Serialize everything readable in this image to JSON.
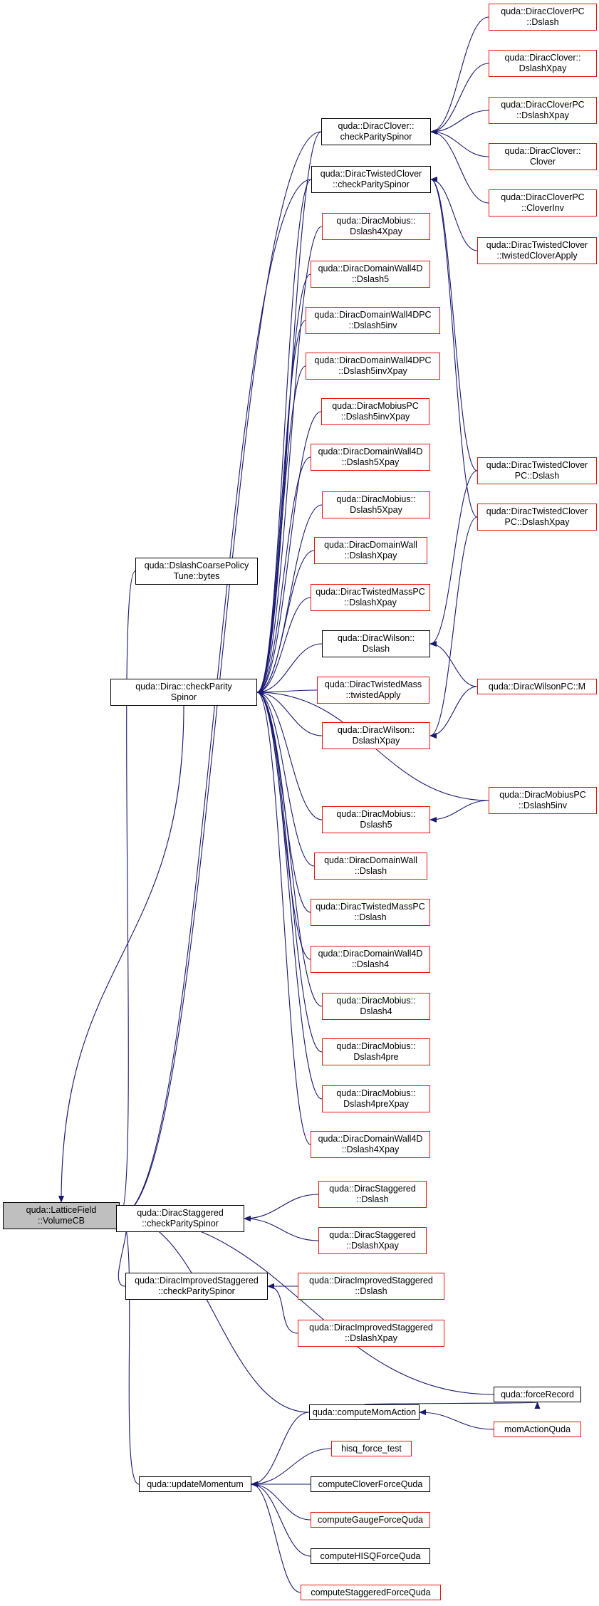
{
  "colors": {
    "edge": "#191970",
    "border_black": "#000000",
    "border_red": "#e8140f",
    "root_fill": "#bfbfbf"
  },
  "nodes": [
    {
      "id": "n0",
      "lines": [
        "quda::LatticeField",
        "::VolumeCB"
      ],
      "style": "root"
    },
    {
      "id": "n1",
      "lines": [
        "quda::DslashCoarsePolicy",
        "Tune::bytes"
      ],
      "style": "black"
    },
    {
      "id": "n2",
      "lines": [
        "quda::Dirac::checkParity",
        "Spinor"
      ],
      "style": "black"
    },
    {
      "id": "n3",
      "lines": [
        "quda::DiracClover::",
        "checkParitySpinor"
      ],
      "style": "black"
    },
    {
      "id": "n4",
      "lines": [
        "quda::DiracTwistedClover",
        "::checkParitySpinor"
      ],
      "style": "black"
    },
    {
      "id": "n5",
      "lines": [
        "quda::DiracMobius::",
        "Dslash4Xpay"
      ],
      "style": "red"
    },
    {
      "id": "n6",
      "lines": [
        "quda::DiracDomainWall4D",
        "::Dslash5"
      ],
      "style": "red"
    },
    {
      "id": "n7",
      "lines": [
        "quda::DiracDomainWall4DPC",
        "::Dslash5inv"
      ],
      "style": "red"
    },
    {
      "id": "n8",
      "lines": [
        "quda::DiracDomainWall4DPC",
        "::Dslash5invXpay"
      ],
      "style": "red"
    },
    {
      "id": "n9",
      "lines": [
        "quda::DiracMobiusPC",
        "::Dslash5invXpay"
      ],
      "style": "red"
    },
    {
      "id": "n10",
      "lines": [
        "quda::DiracDomainWall4D",
        "::Dslash5Xpay"
      ],
      "style": "red"
    },
    {
      "id": "n11",
      "lines": [
        "quda::DiracMobius::",
        "Dslash5Xpay"
      ],
      "style": "red"
    },
    {
      "id": "n12",
      "lines": [
        "quda::DiracDomainWall",
        "::DslashXpay"
      ],
      "style": "red"
    },
    {
      "id": "n13",
      "lines": [
        "quda::DiracTwistedMassPC",
        "::DslashXpay"
      ],
      "style": "red"
    },
    {
      "id": "n14",
      "lines": [
        "quda::DiracWilson::",
        "Dslash"
      ],
      "style": "black"
    },
    {
      "id": "n15",
      "lines": [
        "quda::DiracTwistedMass",
        "::twistedApply"
      ],
      "style": "red"
    },
    {
      "id": "n16",
      "lines": [
        "quda::DiracWilson::",
        "DslashXpay"
      ],
      "style": "red"
    },
    {
      "id": "n17",
      "lines": [
        "quda::DiracMobius::",
        "Dslash5"
      ],
      "style": "red"
    },
    {
      "id": "n18",
      "lines": [
        "quda::DiracDomainWall",
        "::Dslash"
      ],
      "style": "red"
    },
    {
      "id": "n19",
      "lines": [
        "quda::DiracTwistedMassPC",
        "::Dslash"
      ],
      "style": "red"
    },
    {
      "id": "n20",
      "lines": [
        "quda::DiracDomainWall4D",
        "::Dslash4"
      ],
      "style": "red"
    },
    {
      "id": "n21",
      "lines": [
        "quda::DiracMobius::",
        "Dslash4"
      ],
      "style": "red"
    },
    {
      "id": "n22",
      "lines": [
        "quda::DiracMobius::",
        "Dslash4pre"
      ],
      "style": "red"
    },
    {
      "id": "n23",
      "lines": [
        "quda::DiracMobius::",
        "Dslash4preXpay"
      ],
      "style": "red"
    },
    {
      "id": "n24",
      "lines": [
        "quda::DiracDomainWall4D",
        "::Dslash4Xpay"
      ],
      "style": "red"
    },
    {
      "id": "n25",
      "lines": [
        "quda::DiracCloverPC",
        "::Dslash"
      ],
      "style": "red"
    },
    {
      "id": "n26",
      "lines": [
        "quda::DiracClover::",
        "DslashXpay"
      ],
      "style": "red"
    },
    {
      "id": "n27",
      "lines": [
        "quda::DiracCloverPC",
        "::DslashXpay"
      ],
      "style": "red"
    },
    {
      "id": "n28",
      "lines": [
        "quda::DiracClover::",
        "Clover"
      ],
      "style": "red"
    },
    {
      "id": "n29",
      "lines": [
        "quda::DiracCloverPC",
        "::CloverInv"
      ],
      "style": "red"
    },
    {
      "id": "n30",
      "lines": [
        "quda::DiracTwistedClover",
        "::twistedCloverApply"
      ],
      "style": "red"
    },
    {
      "id": "n31",
      "lines": [
        "quda::DiracTwistedClover",
        "PC::Dslash"
      ],
      "style": "red"
    },
    {
      "id": "n32",
      "lines": [
        "quda::DiracTwistedClover",
        "PC::DslashXpay"
      ],
      "style": "red"
    },
    {
      "id": "n33",
      "lines": [
        "quda::DiracWilsonPC::M"
      ],
      "style": "red"
    },
    {
      "id": "n34",
      "lines": [
        "quda::DiracMobiusPC",
        "::Dslash5inv"
      ],
      "style": "red"
    },
    {
      "id": "n35",
      "lines": [
        "quda::DiracStaggered",
        "::checkParitySpinor"
      ],
      "style": "black"
    },
    {
      "id": "n36",
      "lines": [
        "quda::DiracStaggered",
        "::Dslash"
      ],
      "style": "red"
    },
    {
      "id": "n37",
      "lines": [
        "quda::DiracStaggered",
        "::DslashXpay"
      ],
      "style": "red"
    },
    {
      "id": "n38",
      "lines": [
        "quda::DiracImprovedStaggered",
        "::checkParitySpinor"
      ],
      "style": "black"
    },
    {
      "id": "n39",
      "lines": [
        "quda::DiracImprovedStaggered",
        "::Dslash"
      ],
      "style": "red"
    },
    {
      "id": "n40",
      "lines": [
        "quda::DiracImprovedStaggered",
        "::DslashXpay"
      ],
      "style": "red"
    },
    {
      "id": "n41",
      "lines": [
        "quda::forceRecord"
      ],
      "style": "black"
    },
    {
      "id": "n42",
      "lines": [
        "quda::computeMomAction"
      ],
      "style": "black"
    },
    {
      "id": "n43",
      "lines": [
        "momActionQuda"
      ],
      "style": "red"
    },
    {
      "id": "n44",
      "lines": [
        "quda::updateMomentum"
      ],
      "style": "black"
    },
    {
      "id": "n45",
      "lines": [
        "hisq_force_test"
      ],
      "style": "red"
    },
    {
      "id": "n46",
      "lines": [
        "computeCloverForceQuda"
      ],
      "style": "black"
    },
    {
      "id": "n47",
      "lines": [
        "computeGaugeForceQuda"
      ],
      "style": "red"
    },
    {
      "id": "n48",
      "lines": [
        "computeHISQForceQuda"
      ],
      "style": "black"
    },
    {
      "id": "n49",
      "lines": [
        "computeStaggeredForceQuda"
      ],
      "style": "red"
    }
  ],
  "edges": [
    {
      "from": "n1",
      "to": "n0"
    },
    {
      "from": "n2",
      "to": "n0"
    },
    {
      "from": "n3",
      "to": "n0"
    },
    {
      "from": "n4",
      "to": "n0"
    },
    {
      "from": "n35",
      "to": "n0"
    },
    {
      "from": "n38",
      "to": "n0"
    },
    {
      "from": "n41",
      "to": "n0"
    },
    {
      "from": "n42",
      "to": "n0"
    },
    {
      "from": "n44",
      "to": "n0"
    },
    {
      "from": "n3",
      "to": "n2"
    },
    {
      "from": "n4",
      "to": "n2"
    },
    {
      "from": "n5",
      "to": "n2"
    },
    {
      "from": "n6",
      "to": "n2"
    },
    {
      "from": "n7",
      "to": "n2"
    },
    {
      "from": "n8",
      "to": "n2"
    },
    {
      "from": "n9",
      "to": "n2"
    },
    {
      "from": "n10",
      "to": "n2"
    },
    {
      "from": "n11",
      "to": "n2"
    },
    {
      "from": "n12",
      "to": "n2"
    },
    {
      "from": "n13",
      "to": "n2"
    },
    {
      "from": "n14",
      "to": "n2"
    },
    {
      "from": "n15",
      "to": "n2"
    },
    {
      "from": "n16",
      "to": "n2"
    },
    {
      "from": "n34",
      "to": "n2"
    },
    {
      "from": "n17",
      "to": "n2"
    },
    {
      "from": "n18",
      "to": "n2"
    },
    {
      "from": "n19",
      "to": "n2"
    },
    {
      "from": "n20",
      "to": "n2"
    },
    {
      "from": "n21",
      "to": "n2"
    },
    {
      "from": "n22",
      "to": "n2"
    },
    {
      "from": "n23",
      "to": "n2"
    },
    {
      "from": "n24",
      "to": "n2"
    },
    {
      "from": "n25",
      "to": "n3"
    },
    {
      "from": "n26",
      "to": "n3"
    },
    {
      "from": "n27",
      "to": "n3"
    },
    {
      "from": "n28",
      "to": "n3"
    },
    {
      "from": "n29",
      "to": "n3"
    },
    {
      "from": "n30",
      "to": "n4"
    },
    {
      "from": "n31",
      "to": "n4"
    },
    {
      "from": "n32",
      "to": "n4"
    },
    {
      "from": "n31",
      "to": "n14"
    },
    {
      "from": "n33",
      "to": "n14"
    },
    {
      "from": "n32",
      "to": "n16"
    },
    {
      "from": "n33",
      "to": "n16"
    },
    {
      "from": "n34",
      "to": "n17"
    },
    {
      "from": "n36",
      "to": "n35"
    },
    {
      "from": "n37",
      "to": "n35"
    },
    {
      "from": "n39",
      "to": "n38"
    },
    {
      "from": "n40",
      "to": "n38"
    },
    {
      "from": "n42",
      "to": "n41"
    },
    {
      "from": "n43",
      "to": "n42"
    },
    {
      "from": "n42",
      "to": "n44"
    },
    {
      "from": "n45",
      "to": "n44"
    },
    {
      "from": "n46",
      "to": "n44"
    },
    {
      "from": "n47",
      "to": "n44"
    },
    {
      "from": "n48",
      "to": "n44"
    },
    {
      "from": "n49",
      "to": "n44"
    }
  ]
}
